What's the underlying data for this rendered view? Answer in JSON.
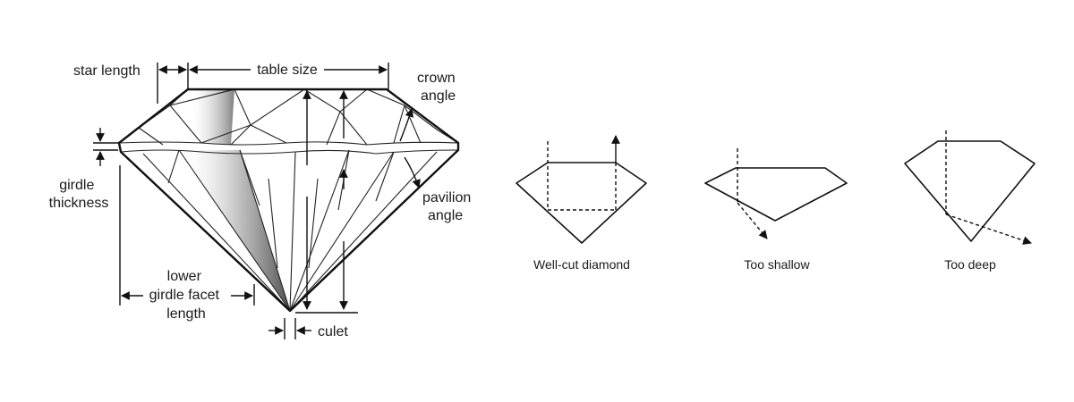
{
  "anatomy": {
    "star_length": "star length",
    "table_size": "table size",
    "crown_angle": [
      "crown",
      "angle"
    ],
    "girdle_thickness": [
      "girdle",
      "thickness"
    ],
    "pavilion_angle": [
      "pavilion",
      "angle"
    ],
    "lower_girdle_facet_length": [
      "lower",
      "girdle facet",
      "length"
    ],
    "culet": "culet"
  },
  "cuts": [
    {
      "label": "Well-cut diamond"
    },
    {
      "label": "Too shallow"
    },
    {
      "label": "Too deep"
    }
  ]
}
